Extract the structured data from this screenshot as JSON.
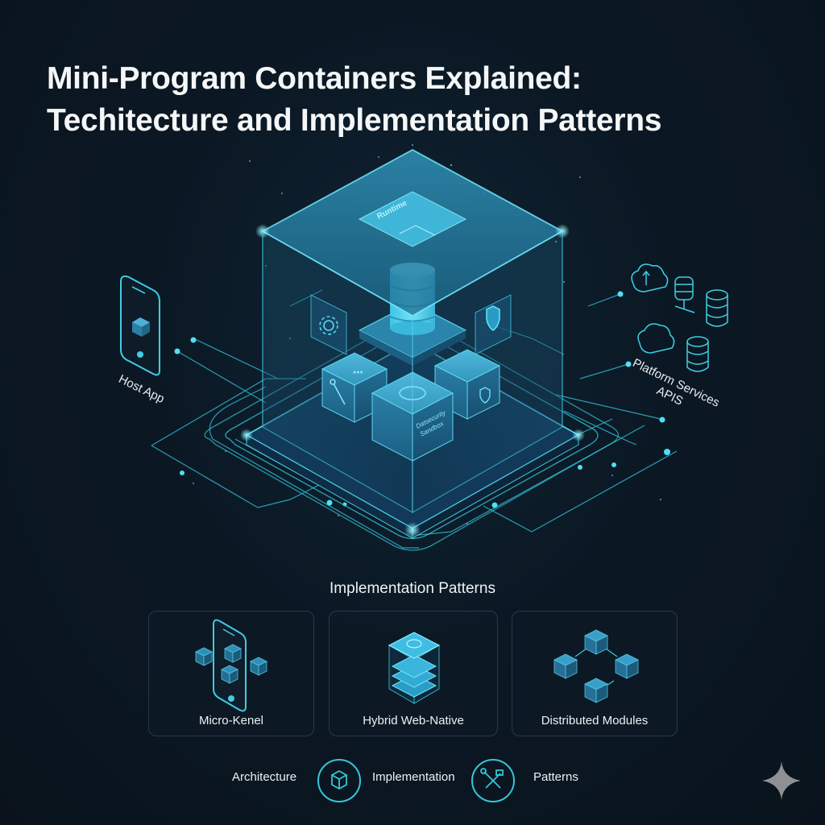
{
  "title": {
    "line1": "Mini-Program Containers Explained:",
    "line2": "Techitecture and Implementation Patterns"
  },
  "diagram": {
    "top_panel_label": "Runtime",
    "center_cube_label_line1": "Datsecurity",
    "center_cube_label_line2": "Sandbox",
    "left_node": {
      "label": "Host App",
      "icon": "smartphone-icon"
    },
    "right_node": {
      "label_line1": "Platform Services",
      "label_line2": "APIS",
      "icons": [
        "cloud-upload-icon",
        "server-network-icon",
        "database-icon",
        "cloud-icon",
        "database-icon"
      ]
    },
    "floating_icons": [
      "gear-icon",
      "shield-icon",
      "database-cylinder-icon"
    ],
    "module_cubes": [
      "tool-module",
      "sandbox-module",
      "security-module"
    ],
    "accent_color": "#3ed0e6",
    "glow_color": "#5ee6ff"
  },
  "patterns": {
    "heading": "Implementation Patterns",
    "cards": [
      {
        "label": "Micro-Kenel",
        "icon": "phone-with-modules-icon"
      },
      {
        "label": "Hybrid Web-Native",
        "icon": "layered-stack-icon"
      },
      {
        "label": "Distributed Modules",
        "icon": "connected-cubes-icon"
      }
    ]
  },
  "legend": {
    "items": [
      {
        "label": "Architecture"
      },
      {
        "label": "Implementation",
        "icon": "cube-icon"
      },
      {
        "label": "Patterns",
        "icon": "tools-icon"
      }
    ]
  },
  "watermark": {
    "icon": "sparkle-icon",
    "color": "#8e9193"
  }
}
